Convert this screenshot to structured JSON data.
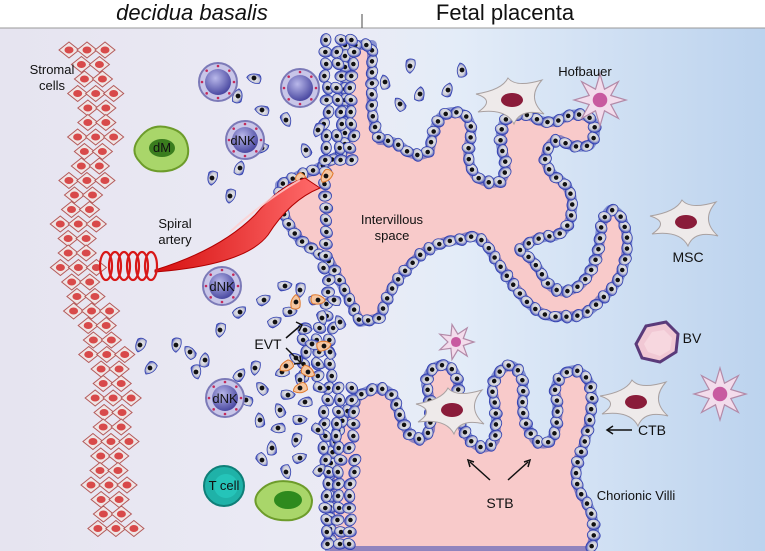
{
  "headers": {
    "left": "decidua basalis",
    "right": "Fetal placenta"
  },
  "labels": {
    "stromal_line1": "Stromal",
    "stromal_line2": "cells",
    "dm": "dM",
    "dnk_top": "dNK",
    "spiral_line1": "Spiral",
    "spiral_line2": "artery",
    "dnk_mid": "dNK",
    "evt": "EVT",
    "dnk_low": "dNK",
    "tcell": "T cell",
    "intervillous_line1": "Intervillous",
    "intervillous_line2": "space",
    "hofbauer": "Hofbauer",
    "msc": "MSC",
    "bv": "BV",
    "ctb": "CTB",
    "stb": "STB",
    "chorionic": "Chorionic Villi"
  },
  "colors": {
    "decidua_bg": "#e4e2ef",
    "placenta_bg": "#c5d9f0",
    "villus_core": "#f7c8c8",
    "artery": "#e01e1e",
    "trophoblast_edge": "#3440b0",
    "stromal_cell": "#d85050",
    "dnk_fill": "#6a6ab8",
    "dm_fill": "#9ccf54",
    "tcell_fill": "#20b0a8",
    "hofbauer_fill": "#f1d8ea",
    "msc_fill": "#8a1c3a"
  }
}
